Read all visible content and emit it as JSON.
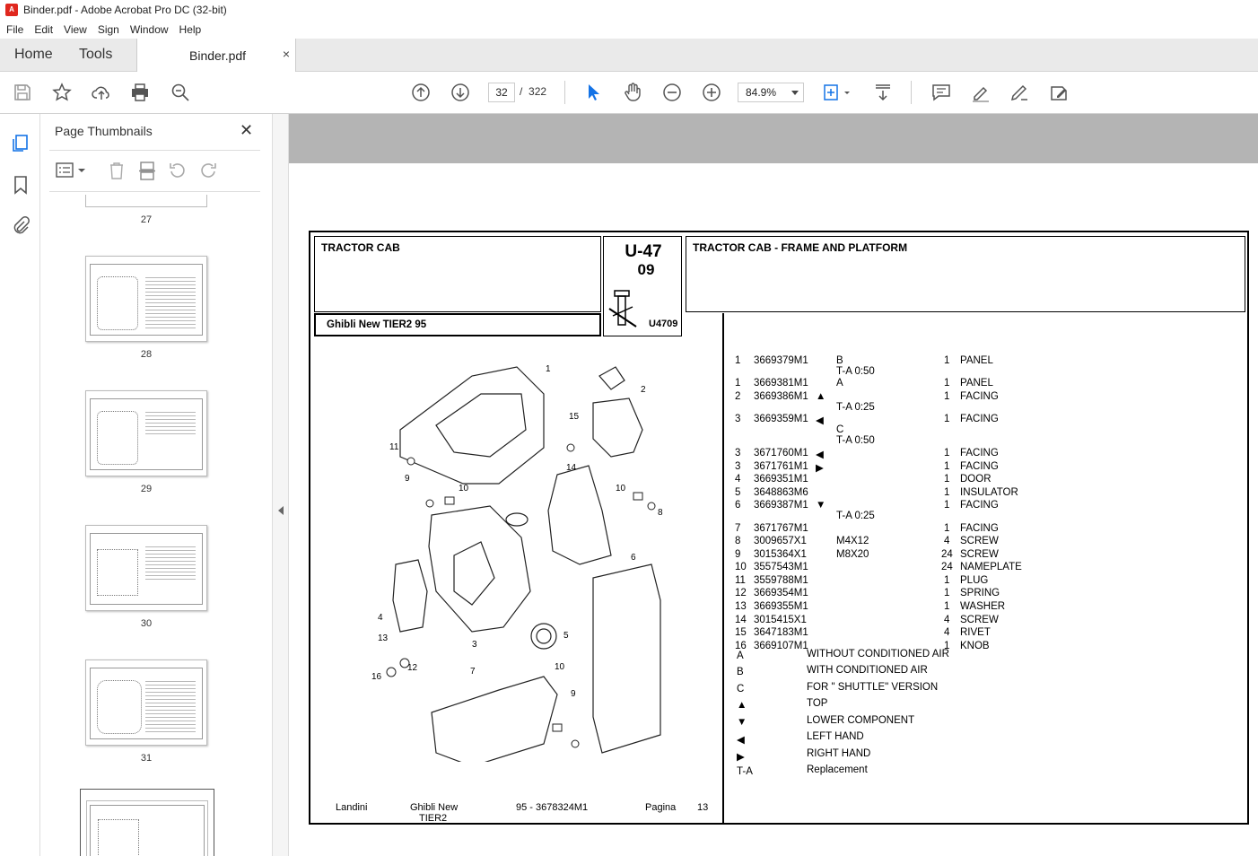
{
  "window_title": "Binder.pdf - Adobe Acrobat Pro DC (32-bit)",
  "menu": [
    "File",
    "Edit",
    "View",
    "Sign",
    "Window",
    "Help"
  ],
  "tabs": {
    "home": "Home",
    "tools": "Tools",
    "doc": "Binder.pdf",
    "close": "×"
  },
  "toolbar": {
    "page_current": "32",
    "page_sep": "/",
    "page_total": "322",
    "zoom": "84.9%"
  },
  "thumbnails": {
    "title": "Page Thumbnails",
    "close": "✕",
    "pages": [
      "27",
      "28",
      "29",
      "30",
      "31"
    ]
  },
  "doc": {
    "header_left": "TRACTOR CAB",
    "model": "Ghibli New TIER2 95",
    "code_line1": "U-47",
    "code_line2": "09",
    "code_small": "U4709",
    "header_right": "TRACTOR CAB - FRAME AND PLATFORM",
    "parts": [
      {
        "n": "1",
        "pn": "3669379M1",
        "sym": "",
        "note": "B",
        "note2": "T-A 0:50",
        "qty": "1",
        "desc": "PANEL"
      },
      {
        "n": "1",
        "pn": "3669381M1",
        "sym": "",
        "note": "A",
        "note2": "",
        "qty": "1",
        "desc": "PANEL"
      },
      {
        "n": "2",
        "pn": "3669386M1",
        "sym": "▲",
        "note": "",
        "note2": "T-A 0:25",
        "qty": "1",
        "desc": "FACING"
      },
      {
        "n": "3",
        "pn": "3669359M1",
        "sym": "◀",
        "note": "",
        "note2": "",
        "qty": "1",
        "desc": "FACING"
      },
      {
        "n": "",
        "pn": "",
        "sym": "",
        "note": "C",
        "note2": "T-A 0:50",
        "qty": "",
        "desc": ""
      },
      {
        "n": "3",
        "pn": "3671760M1",
        "sym": "◀",
        "note": "",
        "note2": "",
        "qty": "1",
        "desc": "FACING"
      },
      {
        "n": "3",
        "pn": "3671761M1",
        "sym": "▶",
        "note": "",
        "note2": "",
        "qty": "1",
        "desc": "FACING"
      },
      {
        "n": "4",
        "pn": "3669351M1",
        "sym": "",
        "note": "",
        "note2": "",
        "qty": "1",
        "desc": "DOOR"
      },
      {
        "n": "5",
        "pn": "3648863M6",
        "sym": "",
        "note": "",
        "note2": "",
        "qty": "1",
        "desc": "INSULATOR"
      },
      {
        "n": "6",
        "pn": "3669387M1",
        "sym": "▼",
        "note": "",
        "note2": "T-A 0:25",
        "qty": "1",
        "desc": "FACING"
      },
      {
        "n": "7",
        "pn": "3671767M1",
        "sym": "",
        "note": "",
        "note2": "",
        "qty": "1",
        "desc": "FACING"
      },
      {
        "n": "8",
        "pn": "3009657X1",
        "sym": "",
        "note": "M4X12",
        "note2": "",
        "qty": "4",
        "desc": "SCREW"
      },
      {
        "n": "9",
        "pn": "3015364X1",
        "sym": "",
        "note": "M8X20",
        "note2": "",
        "qty": "24",
        "desc": "SCREW"
      },
      {
        "n": "10",
        "pn": "3557543M1",
        "sym": "",
        "note": "",
        "note2": "",
        "qty": "24",
        "desc": "NAMEPLATE"
      },
      {
        "n": "11",
        "pn": "3559788M1",
        "sym": "",
        "note": "",
        "note2": "",
        "qty": "1",
        "desc": "PLUG"
      },
      {
        "n": "12",
        "pn": "3669354M1",
        "sym": "",
        "note": "",
        "note2": "",
        "qty": "1",
        "desc": "SPRING"
      },
      {
        "n": "13",
        "pn": "3669355M1",
        "sym": "",
        "note": "",
        "note2": "",
        "qty": "1",
        "desc": "WASHER"
      },
      {
        "n": "14",
        "pn": "3015415X1",
        "sym": "",
        "note": "",
        "note2": "",
        "qty": "4",
        "desc": "SCREW"
      },
      {
        "n": "15",
        "pn": "3647183M1",
        "sym": "",
        "note": "",
        "note2": "",
        "qty": "4",
        "desc": "RIVET"
      },
      {
        "n": "16",
        "pn": "3669107M1",
        "sym": "",
        "note": "",
        "note2": "",
        "qty": "1",
        "desc": "KNOB"
      }
    ],
    "legend": [
      {
        "key": "A",
        "text": "WITHOUT CONDITIONED AIR"
      },
      {
        "key": "B",
        "text": "WITH CONDITIONED  AIR"
      },
      {
        "key": "C",
        "text": "FOR \" SHUTTLE\"  VERSION"
      },
      {
        "key": "▲",
        "text": "TOP"
      },
      {
        "key": "▼",
        "text": "LOWER COMPONENT"
      },
      {
        "key": "◀",
        "text": "LEFT HAND"
      },
      {
        "key": "▶",
        "text": "RIGHT HAND"
      },
      {
        "key": "T-A",
        "text": "Replacement"
      }
    ],
    "diagram_labels": [
      "1",
      "2",
      "15",
      "11",
      "14",
      "9",
      "10",
      "10",
      "8",
      "6",
      "4",
      "3",
      "5",
      "13",
      "12",
      "16",
      "7",
      "10",
      "9"
    ],
    "footer": {
      "brand": "Landini",
      "model1": "Ghibli New",
      "model2": "TIER2",
      "code": "95 - 3678324M1",
      "page_label": "Pagina",
      "page_num": "13"
    }
  },
  "colors": {
    "accent": "#1473e6",
    "pdf_red": "#e0271e",
    "gray_band": "#b4b4b4"
  }
}
